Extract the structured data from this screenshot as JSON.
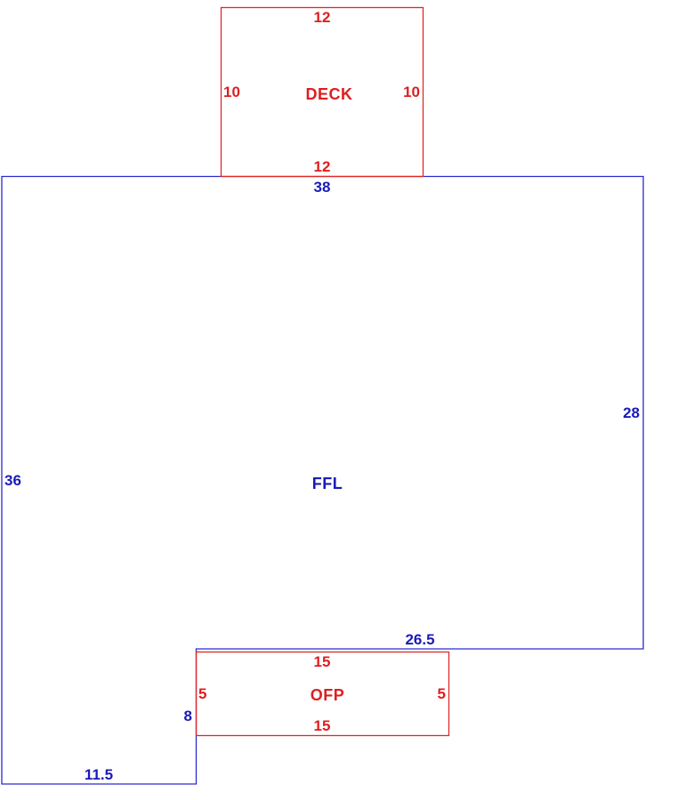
{
  "colors": {
    "main_area": "#1a1ab8",
    "attached_area": "#dd1f1f",
    "background": "#ffffff"
  },
  "ffl": {
    "name": "FFL",
    "dims": {
      "top": "38",
      "right": "28",
      "inner_top": "26.5",
      "inner_right": "8",
      "bottom": "11.5",
      "left": "36"
    }
  },
  "deck": {
    "name": "DECK",
    "dims": {
      "top": "12",
      "bottom": "12",
      "left": "10",
      "right": "10"
    }
  },
  "ofp": {
    "name": "OFP",
    "dims": {
      "top": "15",
      "bottom": "15",
      "left": "5",
      "right": "5"
    }
  }
}
